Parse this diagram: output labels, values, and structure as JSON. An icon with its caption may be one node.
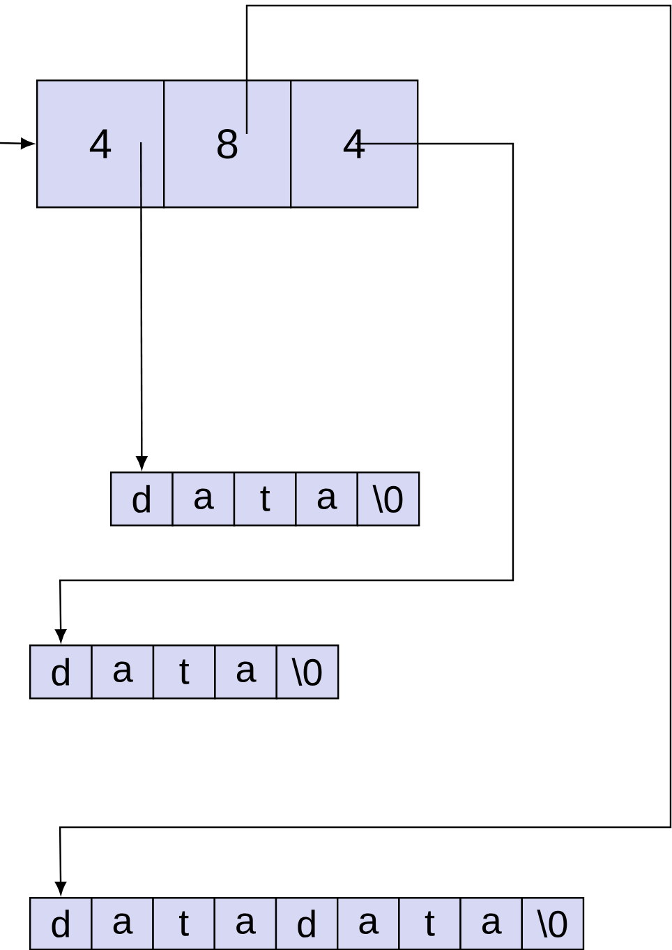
{
  "diagram": {
    "nodes": [
      {
        "text": [
          "4"
        ]
      },
      {
        "text": [
          "8"
        ]
      },
      {
        "text": [
          "4"
        ]
      },
      {
        "text": [
          "d"
        ]
      },
      {
        "text": [
          "a"
        ]
      },
      {
        "text": [
          "t"
        ]
      },
      {
        "text": [
          "a"
        ]
      },
      {
        "text": [
          "\\0"
        ]
      },
      {
        "text": [
          "d"
        ]
      },
      {
        "text": [
          "a"
        ]
      },
      {
        "text": [
          "t"
        ]
      },
      {
        "text": [
          "a"
        ]
      },
      {
        "text": [
          "\\0"
        ]
      },
      {
        "text": [
          "d"
        ]
      },
      {
        "text": [
          "a"
        ]
      },
      {
        "text": [
          "t"
        ]
      },
      {
        "text": [
          "a"
        ]
      },
      {
        "text": [
          "d"
        ]
      },
      {
        "text": [
          "a"
        ]
      },
      {
        "text": [
          "t"
        ]
      },
      {
        "text": [
          "a"
        ]
      },
      {
        "text": [
          "\\0"
        ]
      }
    ],
    "edges": [
      {
        "from": null,
        "to": 0,
        "arrow": "to"
      },
      {
        "from": 0,
        "to": 3,
        "arrow": "to"
      },
      {
        "from": 2,
        "to": 8,
        "arrow": "to"
      },
      {
        "from": 1,
        "to": 13,
        "arrow": "to"
      }
    ]
  }
}
